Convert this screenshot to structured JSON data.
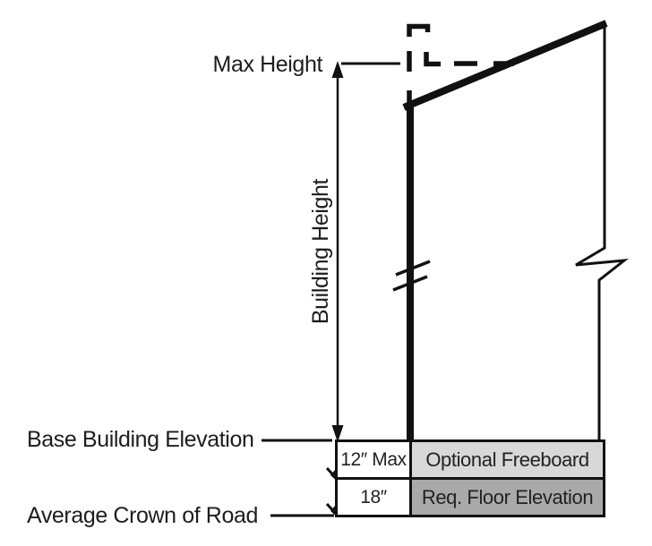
{
  "diagram": {
    "labels": {
      "max_height": "Max Height",
      "building_height": "Building Height",
      "base_building_elevation": "Base Building Elevation",
      "average_crown_of_road": "Average Crown of Road"
    },
    "elevation_table": {
      "rows": [
        {
          "dimension": "12″ Max",
          "label": "Optional Freeboard",
          "fill": "#d8d8d8"
        },
        {
          "dimension": "18″",
          "label": "Req. Floor Elevation",
          "fill": "#a9a9a9"
        }
      ]
    },
    "icons": {
      "wall_break": "double-slash-break",
      "right_wall_break": "zigzag-break",
      "max_height_envelope": "dashed-corner-lines"
    },
    "colors": {
      "line": "#111111",
      "text": "#1d1d1d",
      "background": "#ffffff",
      "freeboard_fill": "#d8d8d8",
      "floor_fill": "#a9a9a9"
    }
  }
}
